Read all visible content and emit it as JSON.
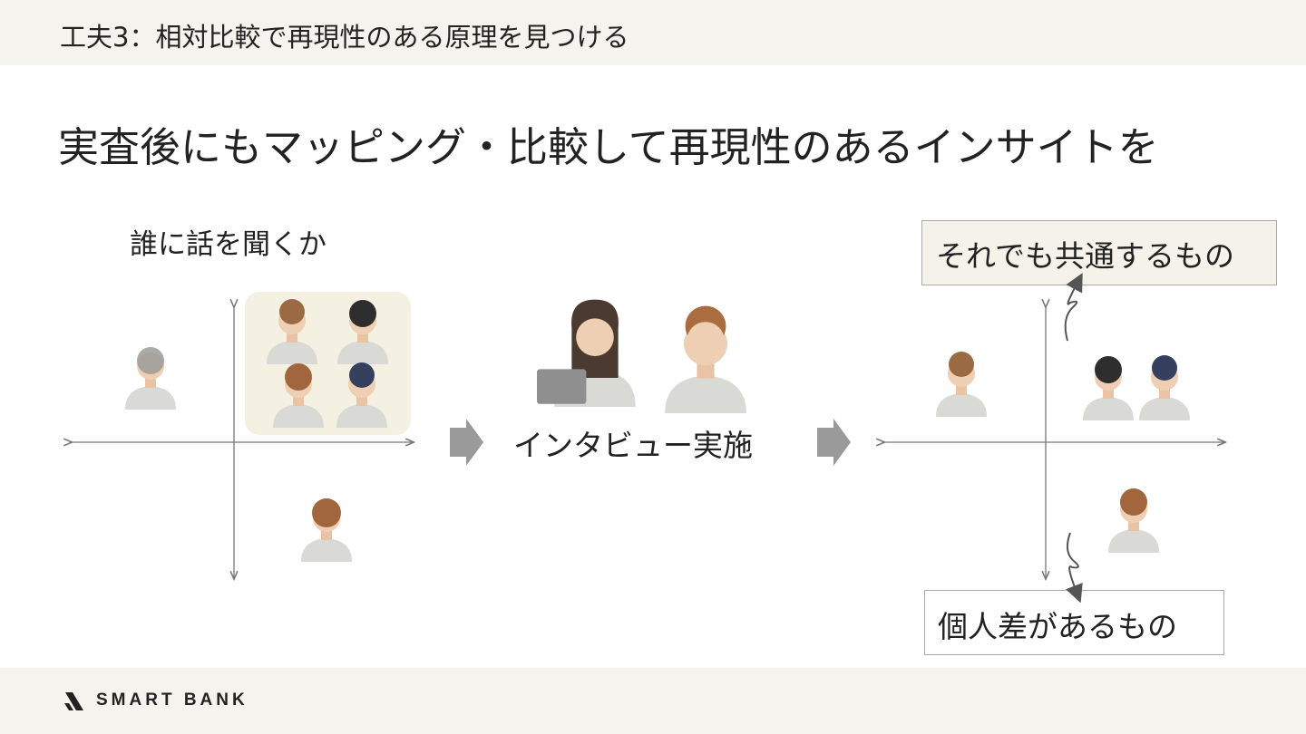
{
  "header": {
    "title": "工夫3：相対比較で再現性のある原理を見つける"
  },
  "slide": {
    "heading": "実査後にもマッピング・比較して再現性のあるインサイトを",
    "who_label": "誰に話を聞くか",
    "interview_label": "インタビュー実施",
    "common_label": "それでも共通するもの",
    "individual_label": "個人差があるもの"
  },
  "footer": {
    "brand": "SMART BANK"
  },
  "colors": {
    "header_bg": "#f5f3ee",
    "highlight_bg": "#f4f1e2",
    "arrow_gray": "#9a9a9a",
    "axis_gray": "#777777"
  },
  "icons": [
    "person-avatar",
    "arrow-right-icon",
    "curved-arrow-icon",
    "logo-mark"
  ]
}
